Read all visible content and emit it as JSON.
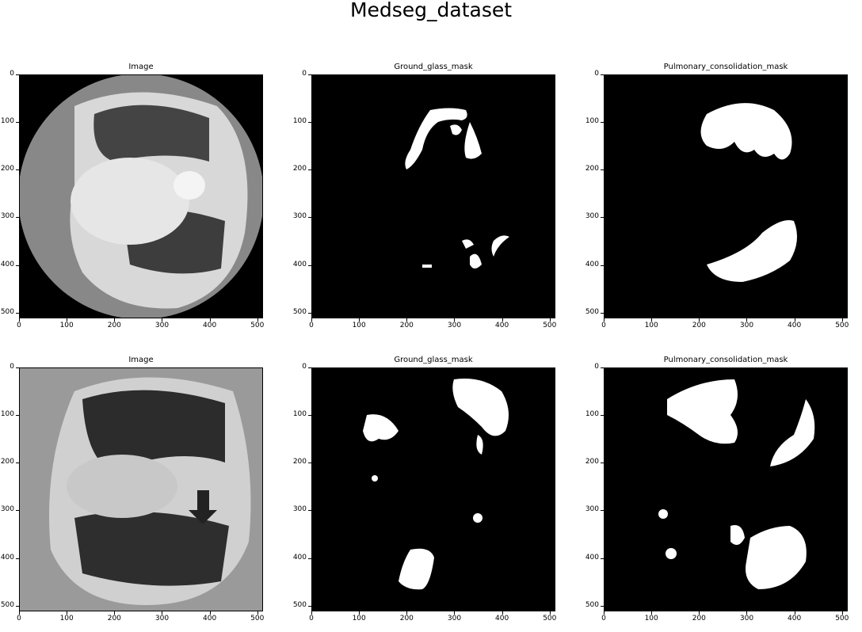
{
  "suptitle": "Medseg_dataset",
  "panels": [
    {
      "title": "Image"
    },
    {
      "title": "Ground_glass_mask"
    },
    {
      "title": "Pulmonary_consolidation_mask"
    },
    {
      "title": "Image"
    },
    {
      "title": "Ground_glass_mask"
    },
    {
      "title": "Pulmonary_consolidation_mask"
    }
  ],
  "x_ticks": [
    "0",
    "100",
    "200",
    "300",
    "400",
    "500"
  ],
  "y_ticks": [
    "0",
    "100",
    "200",
    "300",
    "400",
    "500"
  ],
  "colors": {
    "mask_bg": "#000000",
    "mask_fg": "#ffffff",
    "ct_tissue": "#d9d9d9",
    "ct_lung": "#3a3a3a"
  }
}
